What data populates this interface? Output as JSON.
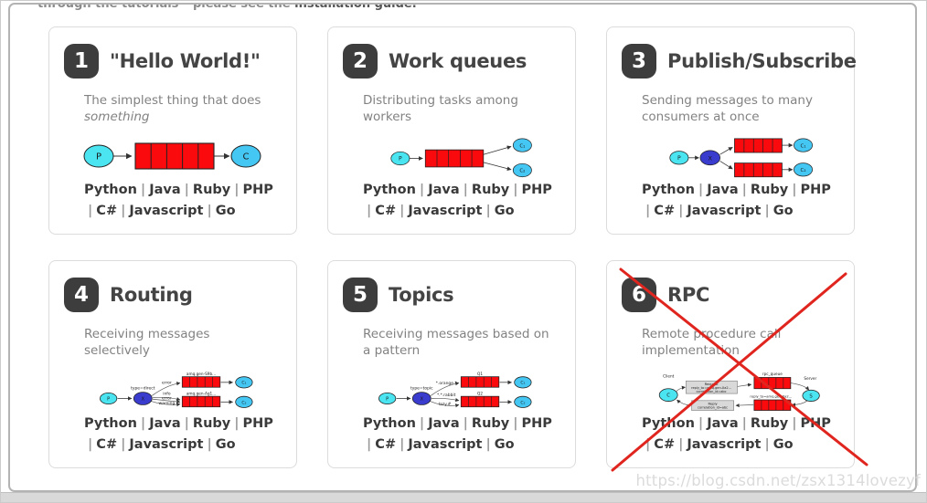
{
  "intro": {
    "text_prefix": "through the tutorials – please see the ",
    "link_text": "installation guide."
  },
  "separator": "|",
  "languages": [
    "Python",
    "Java",
    "Ruby",
    "PHP",
    "C#",
    "Javascript",
    "Go"
  ],
  "watermark": "https://blog.csdn.net/zsx1314lovezyf",
  "colors": {
    "producer": "#4be4f1",
    "consumer": "#45c7f4",
    "exchange": "#3a3ccd",
    "queue": "#fb0a0d",
    "box": "#d9d9d9",
    "cross": "#e0251f",
    "badge": "#3d3d3d"
  },
  "cards": [
    {
      "number": "1",
      "title": "\"Hello World!\"",
      "description": "The simplest thing that does",
      "description_em": "something"
    },
    {
      "number": "2",
      "title": "Work queues",
      "description": "Distributing tasks among workers"
    },
    {
      "number": "3",
      "title": "Publish/Subscribe",
      "description": "Sending messages to many consumers at once"
    },
    {
      "number": "4",
      "title": "Routing",
      "description": "Receiving messages selectively"
    },
    {
      "number": "5",
      "title": "Topics",
      "description": "Receiving messages based on a pattern"
    },
    {
      "number": "6",
      "title": "RPC",
      "description": "Remote procedure call implementation"
    }
  ],
  "diagrams": {
    "hello": {
      "producer": "P",
      "consumer": "C"
    },
    "work_queues": {
      "producer": "P",
      "consumer1": "C₁",
      "consumer2": "C₂"
    },
    "pubsub": {
      "producer": "P",
      "exchange": "X",
      "consumer1": "C₁",
      "consumer2": "C₂"
    },
    "routing": {
      "producer": "P",
      "exchange": "X",
      "exchange_type": "type=direct",
      "binding_error": "error",
      "binding_info": "info",
      "binding_error2": "error",
      "binding_warning": "warning",
      "queue1": "amq.gen-S9b...",
      "queue2": "amq.gen-Ag1...",
      "consumer1": "C₁",
      "consumer2": "C₂"
    },
    "topics": {
      "producer": "P",
      "exchange": "X",
      "exchange_type": "type=topic",
      "binding1": "*.orange.*",
      "binding2": "*.*.rabbit",
      "binding3": "lazy.#",
      "queue1": "Q1",
      "queue2": "Q2",
      "consumer1": "C₁",
      "consumer2": "C₂"
    },
    "rpc": {
      "client_caption": "Client",
      "client": "C",
      "server_caption": "Server",
      "server": "S",
      "request_title": "Request",
      "request_line1": "reply_to=amq.gen-Xa2...",
      "request_line2": "correlation_id=abc",
      "queue_request": "rpc_queue",
      "queue_reply_label": "reply_to=amq.gen-Xa2...",
      "reply_title": "Reply",
      "reply_line1": "correlation_id=abc"
    }
  }
}
